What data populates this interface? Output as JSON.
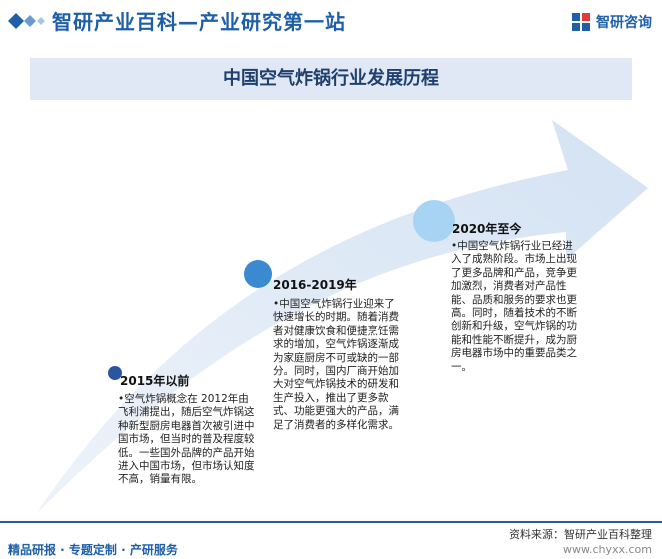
{
  "header": {
    "site_title": "智研产业百科—产业研究第一站",
    "brand_name": "智研咨询"
  },
  "title": "中国空气炸锅行业发展历程",
  "milestones": [
    {
      "period": "2015年以前",
      "description": "•空气炸锅概念在 2012年由飞利浦提出，随后空气炸锅这种新型厨房电器首次被引进中国市场，但当时的普及程度较低。一些国外品牌的产品开始进入中国市场，但市场认知度不高，销量有限。"
    },
    {
      "period": "2016-2019年",
      "description": "•中国空气炸锅行业迎来了快速增长的时期。随着消费者对健康饮食和便捷烹饪需求的增加，空气炸锅逐渐成为家庭厨房不可或缺的一部分。同时，国内厂商开始加大对空气炸锅技术的研发和生产投入，推出了更多款式、功能更强大的产品，满足了消费者的多样化需求。"
    },
    {
      "period": "2020年至今",
      "description": "•中国空气炸锅行业已经进入了成熟阶段。市场上出现了更多品牌和产品，竞争更加激烈，消费者对产品性能、品质和服务的要求也更高。同时，随着技术的不断创新和升级，空气炸锅的功能和性能不断提升，成为厨房电器市场中的重要品类之一。"
    }
  ],
  "footer": {
    "source": "资料来源：智研产业百科整理",
    "services": "精品研报 · 专题定制 · 产研服务",
    "url": "www.chyxx.com"
  },
  "colors": {
    "brand_blue": "#1f5fa8",
    "arrow_light": "#dfe9f5",
    "dot_dark": "#2a55a0",
    "dot_mid": "#3a8ad2",
    "dot_light": "#a8d4f4"
  },
  "icons": [
    "diamond-icon",
    "zhiyan-logo-icon"
  ]
}
